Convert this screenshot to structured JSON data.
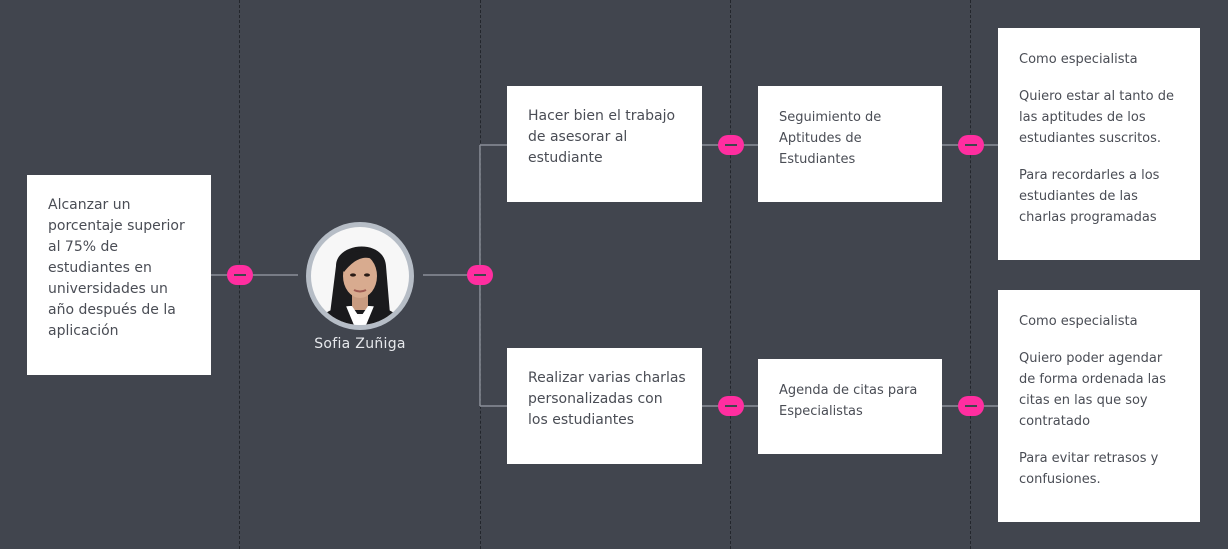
{
  "persona": {
    "name": "Sofia Zuñiga",
    "avatar_icon": "persona-photo"
  },
  "goal": {
    "text": "Alcanzar un\nporcentaje superior\nal 75% de\nestudiantes en\nuniversidades un\naño después de la\naplicación"
  },
  "activities": [
    {
      "text": "Hacer bien el trabajo\nde asesorar al\nestudiante"
    },
    {
      "text": "Realizar varias charlas\npersonalizadas con\nlos estudiantes"
    }
  ],
  "features": [
    {
      "text": "Seguimiento de\nAptitudes de\nEstudiantes"
    },
    {
      "text": "Agenda de citas para\nEspecialistas"
    }
  ],
  "stories": [
    {
      "role": "Como especialista",
      "want": "Quiero estar al tanto de\nlas aptitudes de los\nestudiantes suscritos.",
      "why": "Para recordarles a los\nestudiantes de las\ncharlas programadas"
    },
    {
      "role": "Como especialista",
      "want": "Quiero poder agendar\nde forma ordenada las\ncitas en las que soy\ncontratado",
      "why": "Para evitar retrasos y\nconfusiones."
    }
  ],
  "colors": {
    "background": "#41454e",
    "card": "#ffffff",
    "card_text": "#4a4d55",
    "toggle": "#ff2ea0",
    "connector": "#8a8f98"
  }
}
